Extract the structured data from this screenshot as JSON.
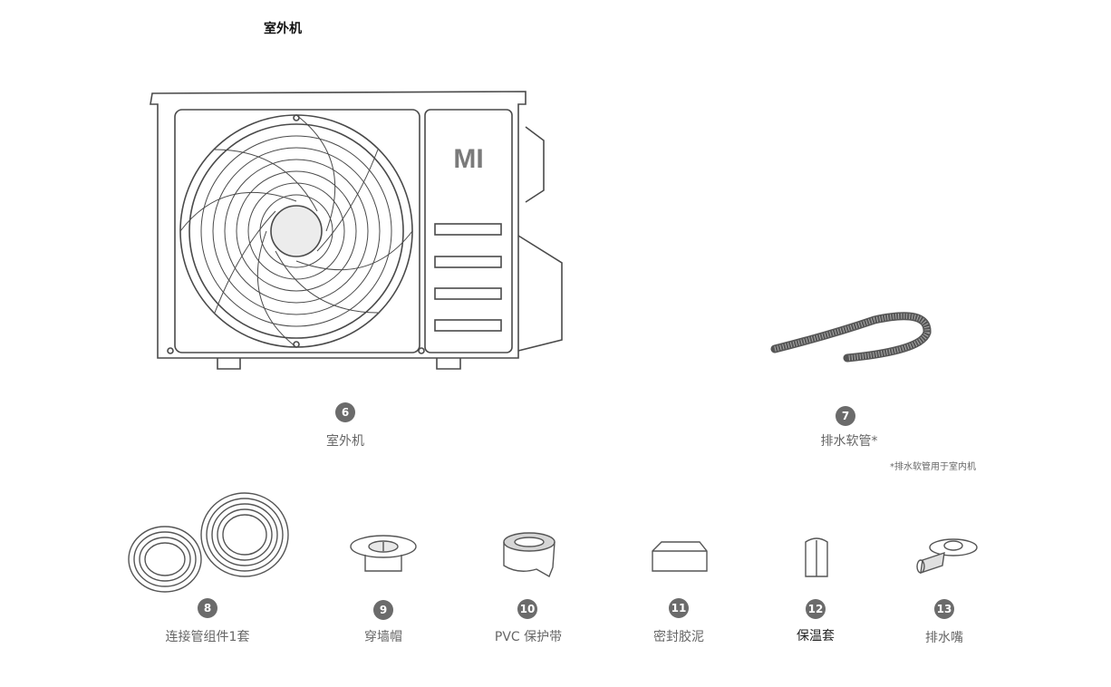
{
  "heading": "室外机",
  "items": [
    {
      "num": "6",
      "label": "室外机"
    },
    {
      "num": "7",
      "label": "排水软管*"
    },
    {
      "num": "8",
      "label": "连接管组件1套"
    },
    {
      "num": "9",
      "label": "穿墙帽"
    },
    {
      "num": "10",
      "label": "PVC 保护带"
    },
    {
      "num": "11",
      "label": "密封胶泥"
    },
    {
      "num": "12",
      "label": "保温套"
    },
    {
      "num": "13",
      "label": "排水嘴"
    }
  ],
  "note": "*排水软管用于室内机",
  "brand_logo": "MI",
  "colors": {
    "badge": "#6b6b6b",
    "line": "#4a4a4a",
    "text": "#666666"
  }
}
